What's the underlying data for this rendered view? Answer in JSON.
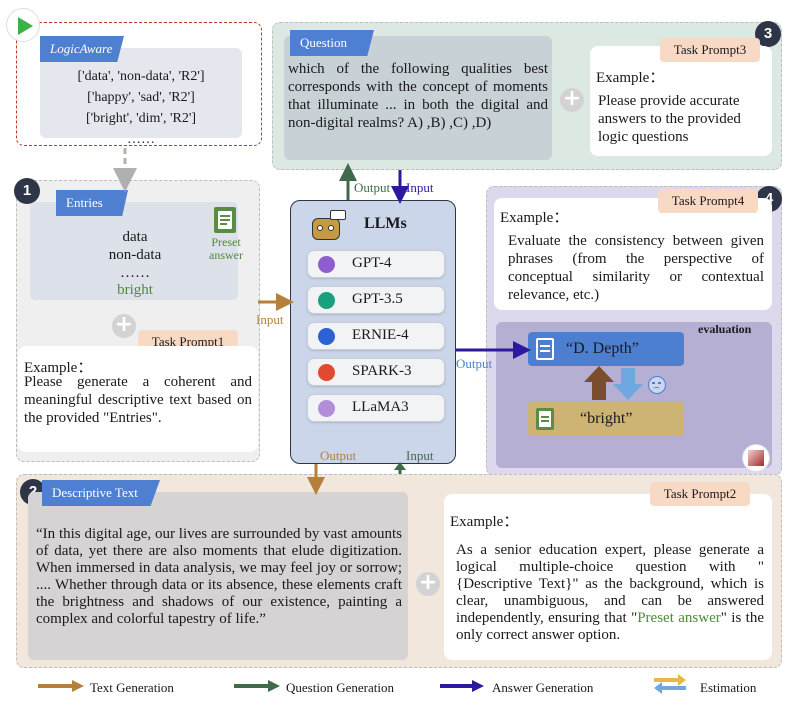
{
  "logic_aware": {
    "tag": "LogicAware",
    "lines": [
      "['data', 'non-data', 'R2']",
      "['happy', 'sad', 'R2']",
      "['bright', 'dim', 'R2']",
      "……"
    ]
  },
  "step1": {
    "number": "1",
    "tag": "Entries",
    "entries": [
      "data",
      "non-data",
      "……"
    ],
    "preset_word": "bright",
    "preset_label": "Preset answer",
    "task_prompt": "Task Prompt1",
    "example_label": "Example：",
    "prompt_text": "Please generate a coherent and meaningful descriptive text based on the provided \"Entries\"."
  },
  "step2": {
    "number": "2",
    "tag": "Descriptive Text",
    "text": "“In this digital age, our lives are surrounded by vast amounts of data, yet there are also moments that elude digitization. When immersed in data analysis, we may feel joy or sorrow; .... Whether through data or its absence, these elements craft the brightness and shadows of our existence, painting a complex and colorful tapestry of life.”",
    "task_prompt": "Task Prompt2",
    "example_label": "Example：",
    "prompt_text_before": "As a senior education expert, please generate a logical multiple-choice question with \"{Descriptive Text}\" as the background, which is clear, unambiguous, and can be answered independently, ensuring that \"",
    "prompt_highlight": "Preset answer",
    "prompt_text_after": "\" is the only correct answer option."
  },
  "step3": {
    "number": "3",
    "tag": "Question",
    "question": "which of the following qualities best corresponds with the concept of moments that illuminate ... in both the digital and non-digital realms? A) ,B) ,C) ,D)",
    "task_prompt": "Task Prompt3",
    "example_label": "Example：",
    "prompt_text": "Please provide accurate answers to the provided logic questions"
  },
  "step4": {
    "number": "4",
    "task_prompt": "Task Prompt4",
    "example_label": "Example：",
    "prompt_text": "Evaluate the consistency between given phrases (from the perspective of conceptual similarity or contextual relevance, etc.)",
    "evaluation_title": "evaluation",
    "answer": "“D. Depth”",
    "preset": "“bright”"
  },
  "llms": {
    "title": "LLMs",
    "models": [
      {
        "name": "GPT-4",
        "icon": "openai-icon",
        "color": "#8e5ed1"
      },
      {
        "name": "GPT-3.5",
        "icon": "openai-icon",
        "color": "#1a9f7f"
      },
      {
        "name": "ERNIE-4",
        "icon": "ernie-icon",
        "color": "#2d62d6"
      },
      {
        "name": "SPARK-3",
        "icon": "spark-icon",
        "color": "#e04a2f"
      },
      {
        "name": "LLaMA3",
        "icon": "llama-icon",
        "color": "#b08fd8"
      }
    ]
  },
  "flow_labels": {
    "input_left": "Input",
    "output_top": "Output",
    "input_top": "Input",
    "output_right": "Output",
    "output_bottom": "Output",
    "input_bottom": "Input"
  },
  "legend": [
    {
      "label": "Text Generation",
      "color": "#b5813a"
    },
    {
      "label": "Question Generation",
      "color": "#3f6b4b"
    },
    {
      "label": "Answer Generation",
      "color": "#2b1a9e"
    },
    {
      "label": "Estimation",
      "color": "#5b9bd5"
    }
  ],
  "colors": {
    "tag_blue": "#4f7fd0",
    "prompt_orange": "#f8d9c4",
    "preset_green": "#4f8a3a"
  }
}
